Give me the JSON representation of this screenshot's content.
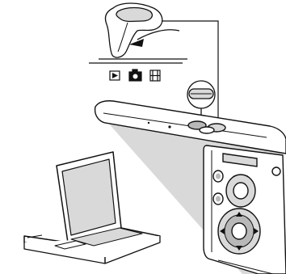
{
  "figure": {
    "mode_icons": [
      {
        "name": "playback",
        "icon": "play-triangle-in-box"
      },
      {
        "name": "still-camera",
        "icon": "camera"
      },
      {
        "name": "movie",
        "icon": "film-strip"
      }
    ],
    "colors": {
      "line": "#111111",
      "fill_light": "#ffffff",
      "fill_gray": "#d9d9d9",
      "fill_mid": "#b8b8b8",
      "fill_dark": "#7f7f7f"
    }
  }
}
